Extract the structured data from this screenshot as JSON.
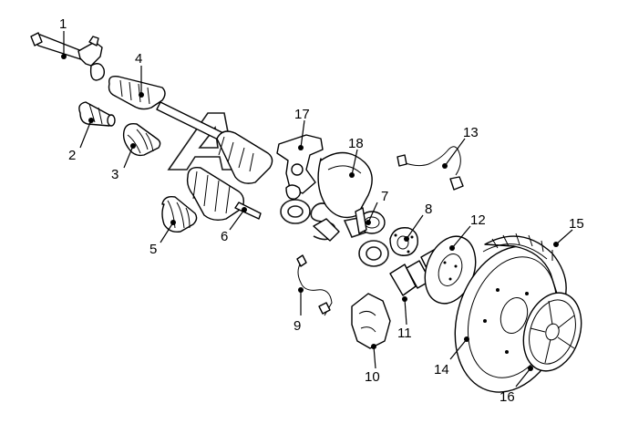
{
  "diagram": {
    "type": "exploded-parts-view",
    "watermark": "Autodoc",
    "callouts": [
      "1",
      "2",
      "3",
      "4",
      "5",
      "6",
      "7",
      "8",
      "9",
      "10",
      "11",
      "12",
      "13",
      "14",
      "15",
      "16",
      "17",
      "18"
    ],
    "colors": {
      "line": "#000000",
      "background": "#ffffff"
    }
  }
}
